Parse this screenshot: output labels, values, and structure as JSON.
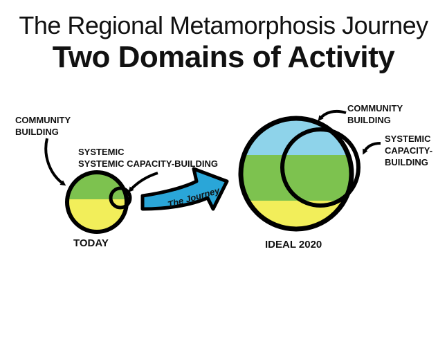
{
  "title": {
    "line1": "The Regional Metamorphosis Journey",
    "line2": "Two Domains of Activity"
  },
  "today": {
    "caption": "TODAY",
    "community_label_1": "COMMUNITY",
    "community_label_2": "BUILDING",
    "systemic_label": "SYSTEMIC CAPACITY-BUILDING"
  },
  "journey_label": "The Journey",
  "ideal": {
    "caption": "IDEAL 2020",
    "community_label_1": "COMMUNITY",
    "community_label_2": "BUILDING",
    "systemic_label_1": "SYSTEMIC",
    "systemic_label_2": "CAPACITY-",
    "systemic_label_3": "BUILDING"
  },
  "colors": {
    "blue": "#8ed3ea",
    "green": "#7dc24f",
    "yellow": "#f2ee5a",
    "arrow": "#2aa6d8",
    "stroke": "#000000"
  }
}
